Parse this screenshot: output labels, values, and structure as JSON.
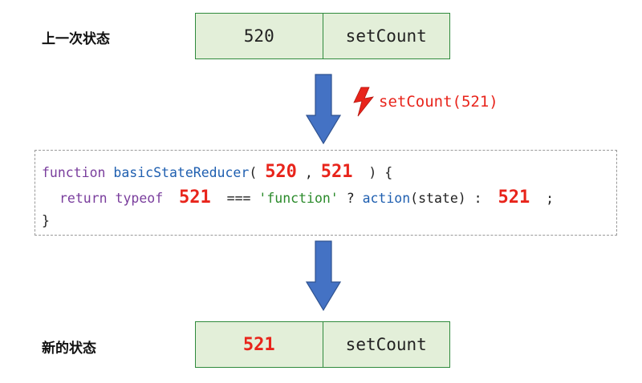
{
  "prev_state": {
    "label": "上一次状态",
    "value": "520",
    "setter": "setCount"
  },
  "trigger": {
    "call": "setCount(521)",
    "icon": "lightning-bolt-icon",
    "color": "#e8241b"
  },
  "code": {
    "line1": {
      "kw_function": "function",
      "fn_name": "basicStateReducer",
      "open_paren": "( ",
      "arg1": "520",
      "comma": " , ",
      "arg2": "521",
      "close": "  ) {"
    },
    "line2": {
      "kw_return": "return",
      "kw_typeof": "typeof",
      "operand": "521",
      "op": "===",
      "str": "'function'",
      "q": "?",
      "fn_action": "action",
      "args": "(state)",
      "colon": ":",
      "result": "521",
      "semi": ";"
    },
    "line3": {
      "close_brace": "}"
    }
  },
  "next_state": {
    "label": "新的状态",
    "value": "521",
    "setter": "setCount"
  },
  "colors": {
    "cell_fill": "#e3efd9",
    "cell_border": "#2f8a3c",
    "arrow": "#4472c4",
    "highlight": "#e8241b"
  }
}
